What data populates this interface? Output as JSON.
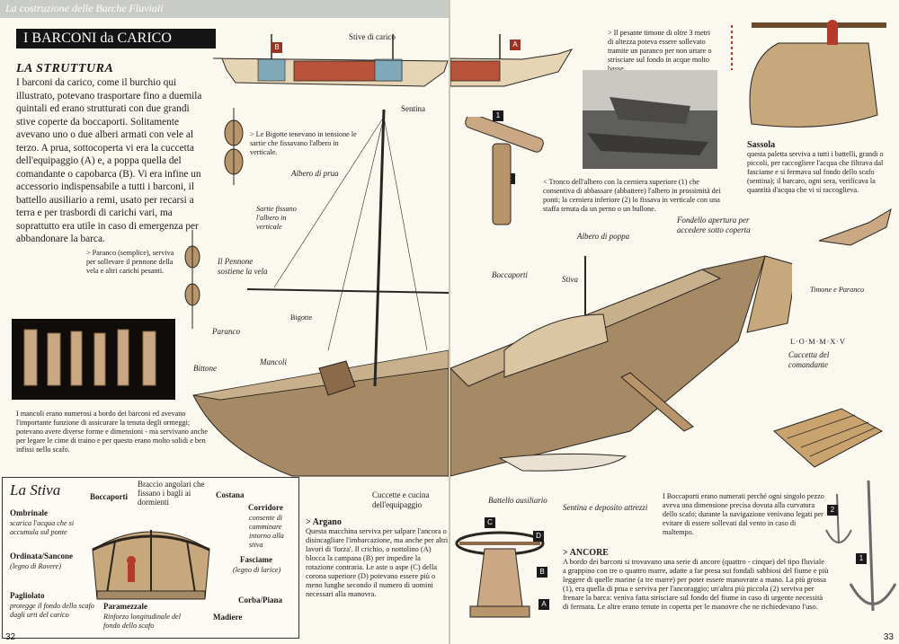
{
  "header": {
    "running_title": "La costruzione delle Barche Fluviali"
  },
  "page_numbers": {
    "left": "32",
    "right": "33"
  },
  "title": "I BARCONI da CARICO",
  "struttura": {
    "heading": "LA STRUTTURA",
    "text": "I barconi da carico, come il burchio qui illustrato, potevano trasportare fino a duemila quintali ed erano strutturati con due grandi stive coperte da boccaporti. Solitamente avevano uno o due alberi armati con vele al terzo. A prua, sottocoperta vi era la cuccetta dell'equipaggio (A) e, a poppa quella del comandante o capobarca (B). Vi era infine un accessorio indispensabile a tutti i barconi, il battello ausiliario a remi, usato per recarsi a terra e per trasbordi di carichi vari, ma soprattutto era utile in caso di emergenza per abbandonare la barca."
  },
  "bigotte": "> Le Bigotte tenevano in tensione le sartie che fissavano l'albero in verticale.",
  "paranco": "> Paranco (semplice), serviva per sollevare il pennone della vela e altri carichi pesanti.",
  "mancoli": "I mancoli erano numerosi a bordo dei barconi ed avevano l'importante funzione di assicurare la tenuta degli ormeggi; potevano avere diverse forme e dimensioni - ma servivano anche per legare le cime di traino e per questo erano molto solidi e ben infissi nello scafo.",
  "timone": "> Il pesante timone di oltre 3 metri di altezza poteva essere sollevato tramite un paranco per non urtare o strisciare sul fondo in acque molto basse.",
  "tronco": "< Tronco dell'albero con la cerniera superiore (1) che consentiva di abbassare (abbattere) l'albero in prossimità dei ponti; la cerniera inferiore (2) lo fissava in verticale con una staffa tenuta da un perno o un bullone.",
  "sassola": {
    "heading": "Sassola",
    "text": "questa paletta serviva a tutti i battelli, grandi o piccoli, per raccogliere l'acqua che filtrava dal fasciame e si fermava sul fondo dello scafo (sentina); il barcaro, ogni sera, verificava la quantità d'acqua che vi si raccoglieva."
  },
  "argano": {
    "heading": "> Argano",
    "text": "Questa macchina serviva per salpare l'ancora o disincagliare l'imbarcazione, ma anche per altri lavori di 'forza'. Il crichio, o nottolino (A) blocca la campana (B) per impedire la rotazione contraria. Le aste o aspe (C) della corona superiore (D) potevano essere più o meno lunghe secondo il numero di uomini necessari alla manovra."
  },
  "boccaporti_text": "I Boccaporti erano numerati perché ogni singolo pezzo aveva una dimensione precisa dovuta alla curvatura dello scafo; durante la navigazione venivano legati per evitare di essere sollevati dal vento in caso di maltempo.",
  "ancore": {
    "heading": "> ANCORE",
    "text": "A bordo dei barconi si trovavano una serie di ancore (quattro - cinque) del tipo fluviale a grappino con tre o quattro marre, adatte a far presa sui fondali sabbiosi del fiume e più leggere di quelle marine (a tre marre) per poter essere manovrate a mano. La più grossa (1), era quella di prua e serviva per l'ancoraggio; un'altra più piccola (2) serviva per frenare la barca: veniva fatta strisciare sul fondo del fiume in caso di urgente necessità di fermata. Le altre erano tenute in coperta per le manovre che ne richiedevano l'uso."
  },
  "ship_labels": {
    "stive": "Stive di carico",
    "sentina": "Sentina",
    "albero_prua": "Albero di prua",
    "sartie": "Sartie fissano l'albero in verticale",
    "pennone": "Il Pennone sostiene la vela",
    "paranco": "Paranco",
    "bigotte": "Bigotte",
    "mancoli": "Mancoli",
    "bittone": "Bittone",
    "albero_poppa": "Albero di poppa",
    "fondello": "Fondello apertura per accedere sotto coperta",
    "boccaporti": "Boccaporti",
    "stiva": "Stiva",
    "timone_paranco": "Timone e Paranco",
    "cuccetta_comandante": "Cuccetta del comandante",
    "cuccette_cucina": "Cuccette e cucina dell'equipaggio",
    "battello": "Battello ausiliario",
    "sentina_deposito": "Sentina e deposito attrezzi",
    "signature": "L·O·M·M·X·V"
  },
  "stiva_box": {
    "heading": "La Stiva",
    "boccaporti": "Boccaporti",
    "braccio": "Braccio angolari che fissano i bagli ai dormienti",
    "costana": "Costana",
    "corridore_h": "Corridore",
    "corridore_t": "consente di camminare intorno alla stiva",
    "ombrinale_h": "Ombrinale",
    "ombrinale_t": "scarica l'acqua che si accumula sul ponte",
    "ordinata_h": "Ordinata/Sancone",
    "ordinata_t": "(legno di Rovere)",
    "fasciame_h": "Fasciame",
    "fasciame_t": "(legno di larice)",
    "pagliolato_h": "Pagliolato",
    "pagliolato_t": "protegge il fondo dello scafo dagli urti del carico",
    "paramezzale_h": "Paramezzale",
    "paramezzale_t": "Rinforzo longitudinale del fondo dello scafo",
    "corba": "Corba/Piana",
    "madiere": "Madiere"
  },
  "badges": {
    "a": "A",
    "b": "B",
    "c": "C",
    "d": "D",
    "one": "1",
    "two": "2"
  },
  "colors": {
    "title_bg": "#141414",
    "runhead_bg": "#c9cbc6",
    "accent_red": "#9a3322",
    "wood": "#b8946a"
  }
}
